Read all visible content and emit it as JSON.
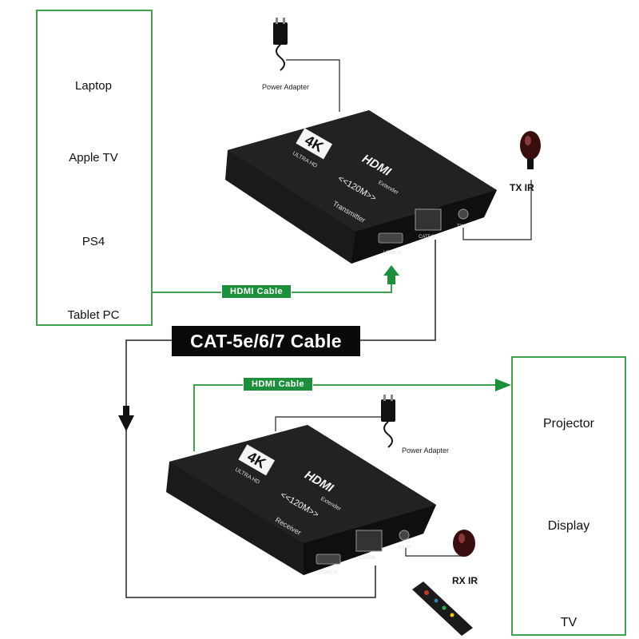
{
  "sources": {
    "laptop": "Laptop",
    "apple_tv": "Apple TV",
    "ps4": "PS4",
    "tablet_pc": "Tablet PC"
  },
  "displays": {
    "projector": "Projector",
    "display": "Display",
    "tv": "TV"
  },
  "cables": {
    "hdmi_top": "HDMI  Cable",
    "hdmi_bottom": "HDMI  Cable",
    "cat": "CAT-5e/6/7 Cable"
  },
  "adapters": {
    "top": "Power Adapter",
    "bottom": "Power Adapter"
  },
  "ir": {
    "tx": "TX IR",
    "rx": "RX IR"
  },
  "transmitter": {
    "brand": "HDMI",
    "badge": "4K",
    "ultra": "ULTRA HD",
    "extender": "Extender",
    "range": "<<120M>>",
    "role": "Transmitter",
    "port_hdmi": "HDMI IN",
    "port_cat": "CAT5/6",
    "port_ir": "TX IR"
  },
  "receiver": {
    "brand": "HDMI",
    "badge": "4K",
    "ultra": "ULTRA HD",
    "extender": "Extender",
    "range": "<<120M>>",
    "role": "Receiver",
    "port_hdmi": "HDMI IN",
    "port_cat": "CAT5/6",
    "port_ir": "RX IR"
  },
  "colors": {
    "green": "#3fa34d",
    "cable_tag": "#1c8f3a",
    "device_body": "#1a1a1a"
  }
}
